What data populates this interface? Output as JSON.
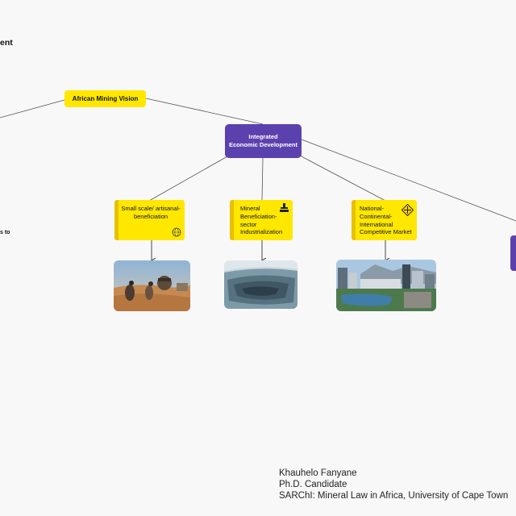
{
  "partial_heading": "ent",
  "partial_label": "s to",
  "root": {
    "label": "African Mining Vision"
  },
  "hub": {
    "line1": "Integrated",
    "line2": "Economic Development"
  },
  "branches": [
    {
      "id": "small-scale",
      "lines": [
        "Small scale/ artisanal-",
        "beneficiation"
      ],
      "icon": "globe-icon",
      "photo": "artisanal-miners-photo"
    },
    {
      "id": "beneficiation",
      "lines": [
        "Mineral",
        "Beneficiation-",
        "sector",
        "Industrialization"
      ],
      "icon": "factory-icon",
      "photo": "open-pit-mine-photo"
    },
    {
      "id": "market",
      "lines": [
        "National-",
        "Continental-",
        "International",
        "Competitive Market"
      ],
      "icon": "road-sign-icon",
      "photo": "city-waterfront-photo"
    }
  ],
  "credit": {
    "name": "Khauhelo Fanyane",
    "role": "Ph.D. Candidate",
    "affiliation": "SARChI: Mineral Law in Africa, University of Cape Town"
  },
  "colors": {
    "yellow": "#ffe700",
    "purple": "#5b41ad",
    "line": "#444444"
  }
}
